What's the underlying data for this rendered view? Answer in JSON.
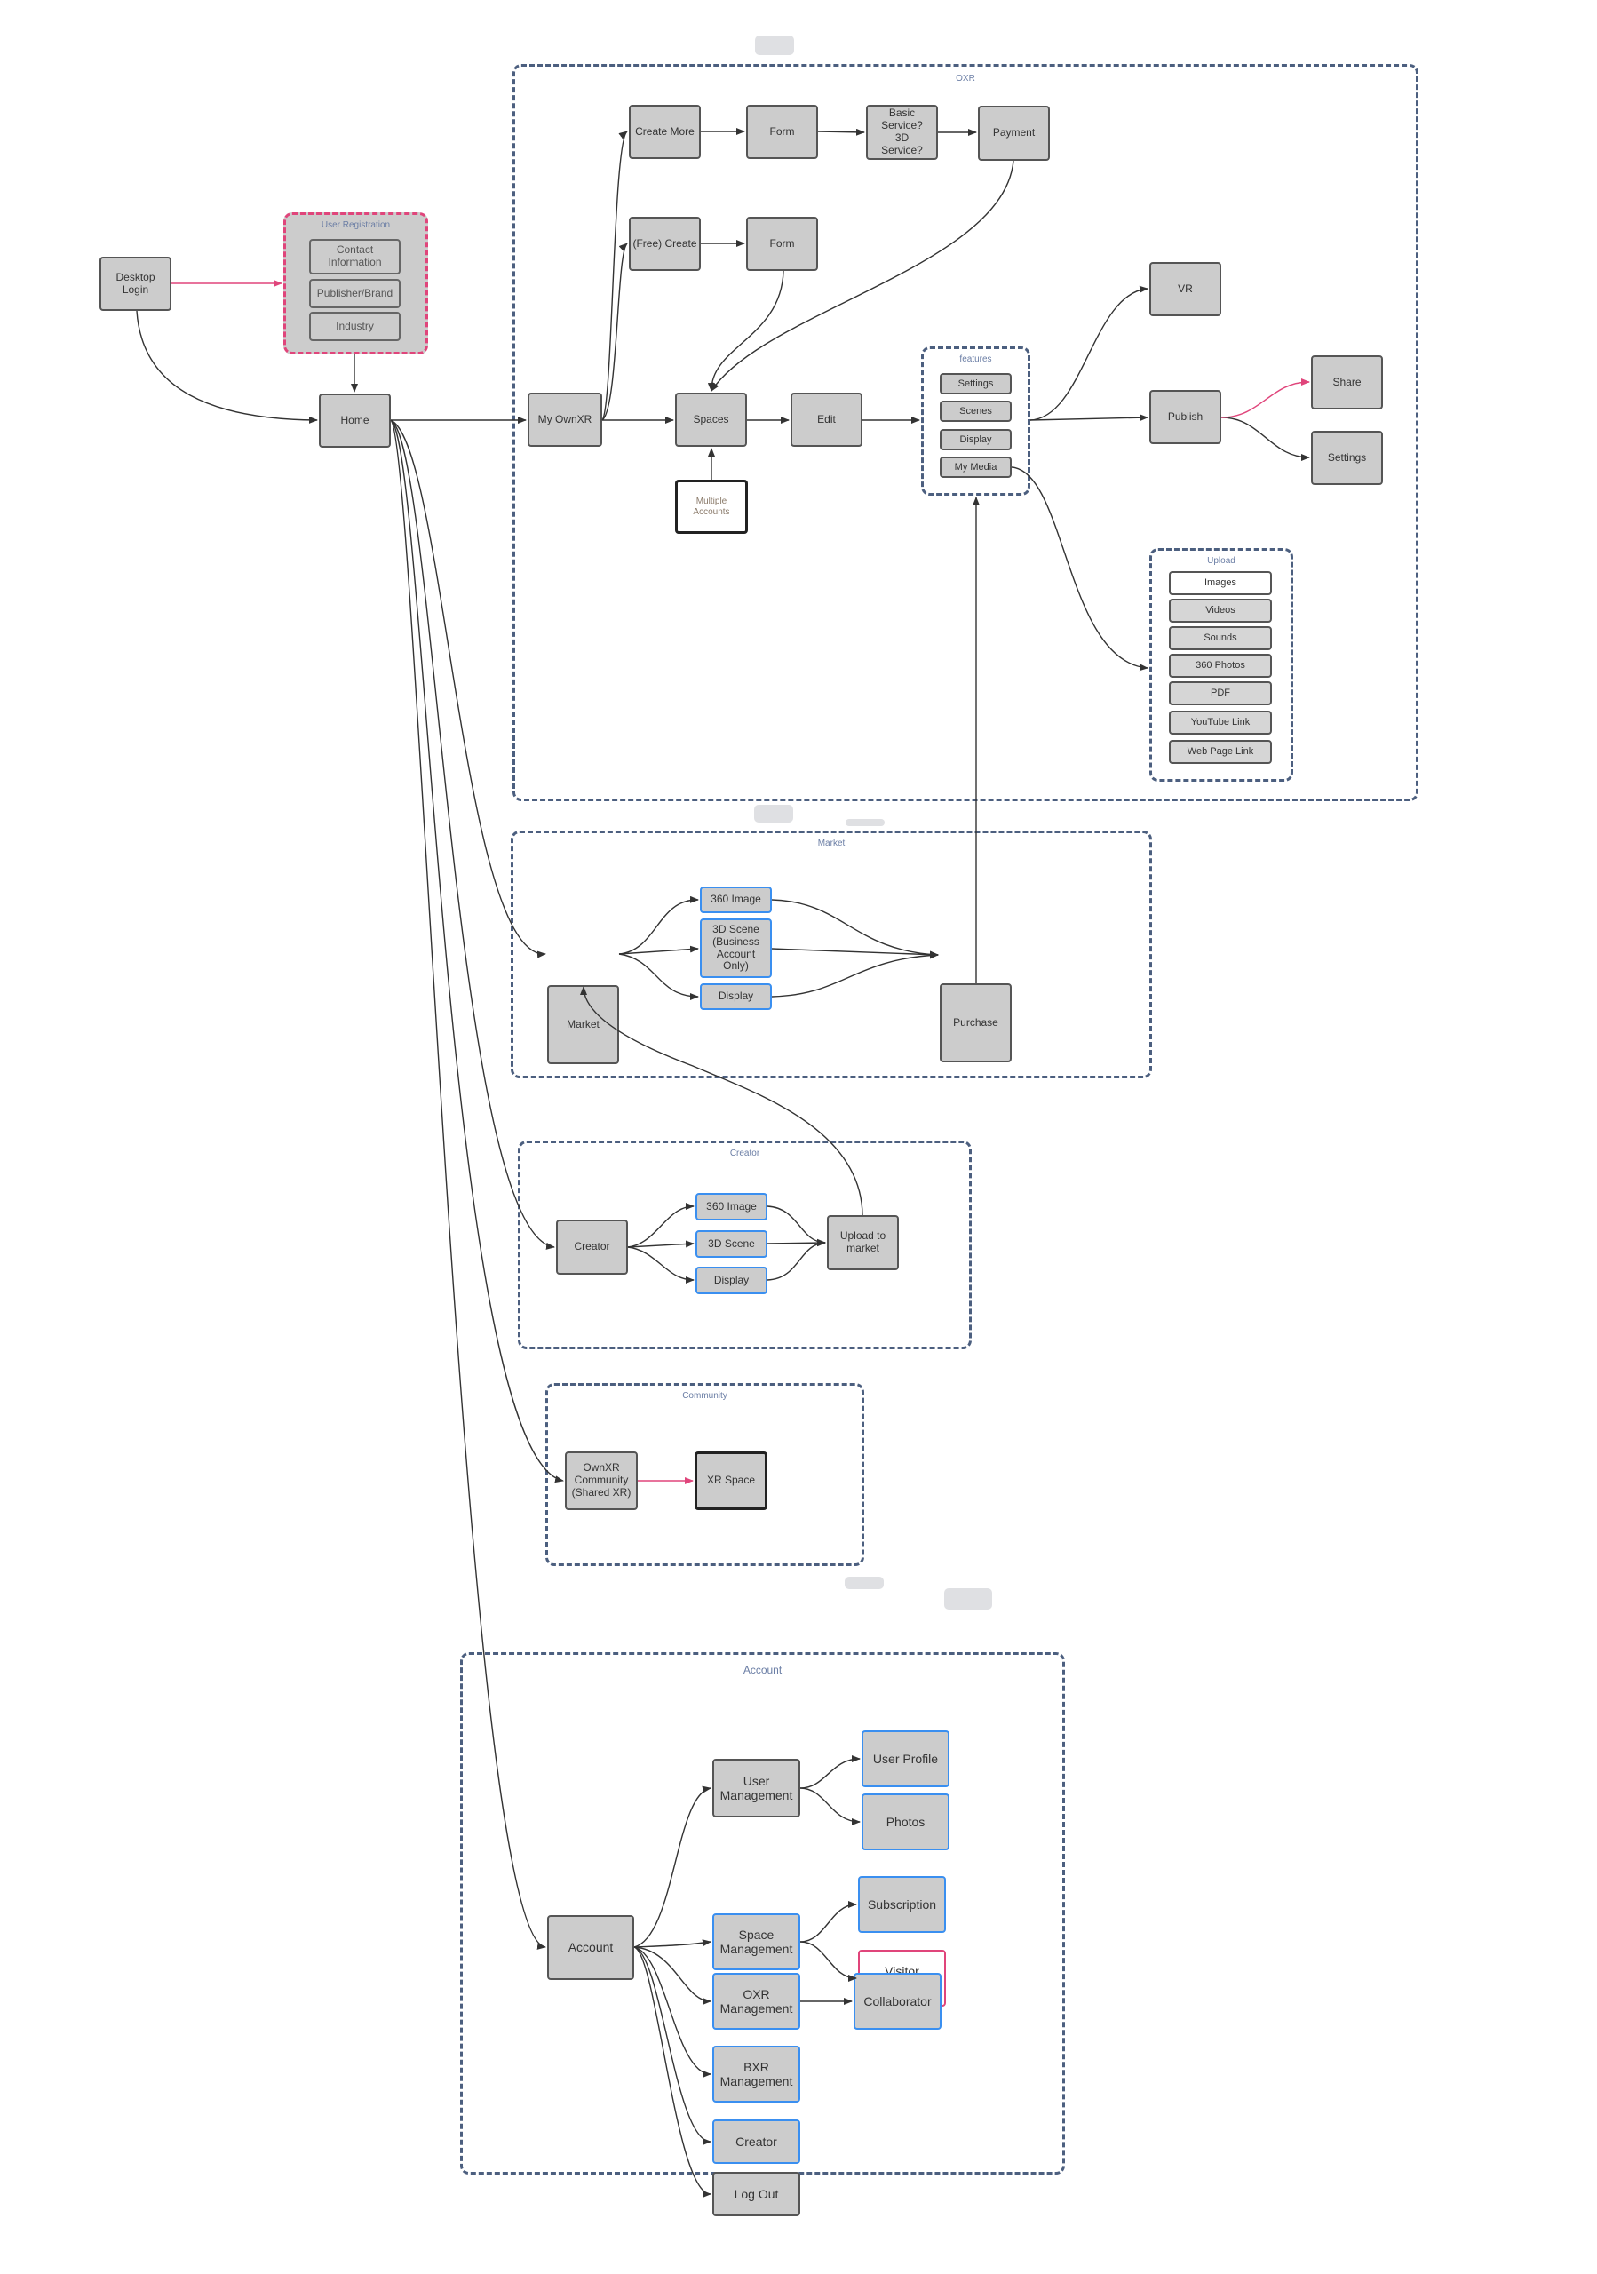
{
  "colors": {
    "node_fill": "#cccccc",
    "node_border": "#555555",
    "highlight_blue": "#3a8ff0",
    "highlight_pink": "#e0457b",
    "group_border": "#4c5f7f",
    "group_title": "#6b7ea5",
    "edge": "#333333"
  },
  "entry": {
    "desktop_login": "Desktop Login",
    "home": "Home"
  },
  "user_registration": {
    "title": "User Registration",
    "items": [
      "Contact Information",
      "Publisher/Brand",
      "Industry"
    ]
  },
  "oxr": {
    "title": "OXR",
    "my_ownxr": "My OwnXR",
    "create_more": "Create More",
    "form_paid": "Form",
    "service_choice": "Basic Service? 3D Service?",
    "payment": "Payment",
    "free_create": "(Free) Create",
    "form_free": "Form",
    "spaces": "Spaces",
    "multiple_accounts": "Multiple Accounts",
    "edit": "Edit",
    "features": {
      "title": "features",
      "items": [
        "Settings",
        "Scenes",
        "Display",
        "My Media"
      ]
    },
    "vr": "VR",
    "publish": "Publish",
    "share": "Share",
    "publish_settings": "Settings",
    "upload": {
      "title": "Upload",
      "items": [
        "Images",
        "Videos",
        "Sounds",
        "360 Photos",
        "PDF",
        "YouTube Link",
        "Web Page Link"
      ]
    }
  },
  "market": {
    "title": "Market",
    "market": "Market",
    "items": [
      "360 Image",
      "3D Scene (Business Account Only)",
      "Display"
    ],
    "purchase": "Purchase"
  },
  "creator": {
    "title": "Creator",
    "creator": "Creator",
    "items": [
      "360 Image",
      "3D Scene",
      "Display"
    ],
    "upload_to_market": "Upload to market"
  },
  "community": {
    "title": "Community",
    "ownxr_community": "OwnXR Community (Shared XR)",
    "xr_space": "XR Space"
  },
  "account": {
    "title": "Account",
    "account": "Account",
    "user_management": "User Management",
    "user_profile": "User Profile",
    "photos": "Photos",
    "space_management": "Space Management",
    "subscription": "Subscription",
    "visitor_analytics": "Visitor Analytics",
    "oxr_management": "OXR Management",
    "collaborator": "Collaborator",
    "bxr_management": "BXR Management",
    "creator": "Creator",
    "log_out": "Log Out"
  }
}
